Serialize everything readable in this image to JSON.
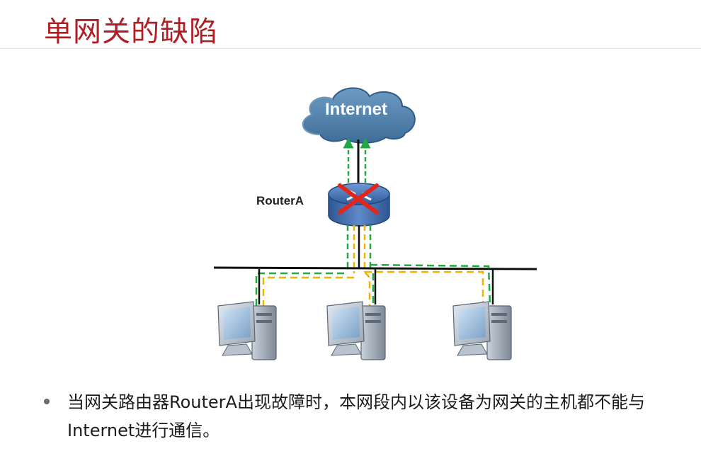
{
  "slide": {
    "title": "单网关的缺陷",
    "bullet": "当网关路由器RouterA出现故障时，本网段内以该设备为网关的主机都不能与Internet进行通信。"
  },
  "diagram": {
    "cloud_label": "Internet",
    "router_label": "RouterA",
    "colors": {
      "title": "#b01e24",
      "cloud": "#4f7ea8",
      "router": "#3d67a6",
      "fail_mark": "#e1261c",
      "path_green": "#21a845",
      "path_yellow": "#f0b400",
      "wire": "#111111"
    },
    "icons": [
      "internet-cloud-icon",
      "router-icon",
      "failure-x-icon",
      "pc-icon"
    ]
  }
}
